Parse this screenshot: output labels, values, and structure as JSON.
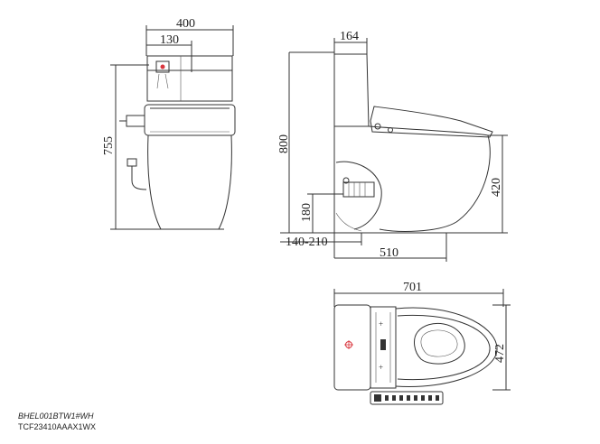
{
  "dimensions": {
    "front_width": "400",
    "front_offset": "130",
    "front_height": "755",
    "side_depth_top": "164",
    "side_height": "800",
    "side_seat_height": "420",
    "side_outlet_height": "180",
    "side_rough_in": "140-210",
    "side_base_depth": "510",
    "top_length": "701",
    "top_width": "472"
  },
  "models": {
    "model_1": "BHEL001BTW1#WH",
    "model_2": "TCF23410AAAX1WX"
  },
  "colors": {
    "line": "#333333",
    "accent_red": "#d9363e"
  }
}
